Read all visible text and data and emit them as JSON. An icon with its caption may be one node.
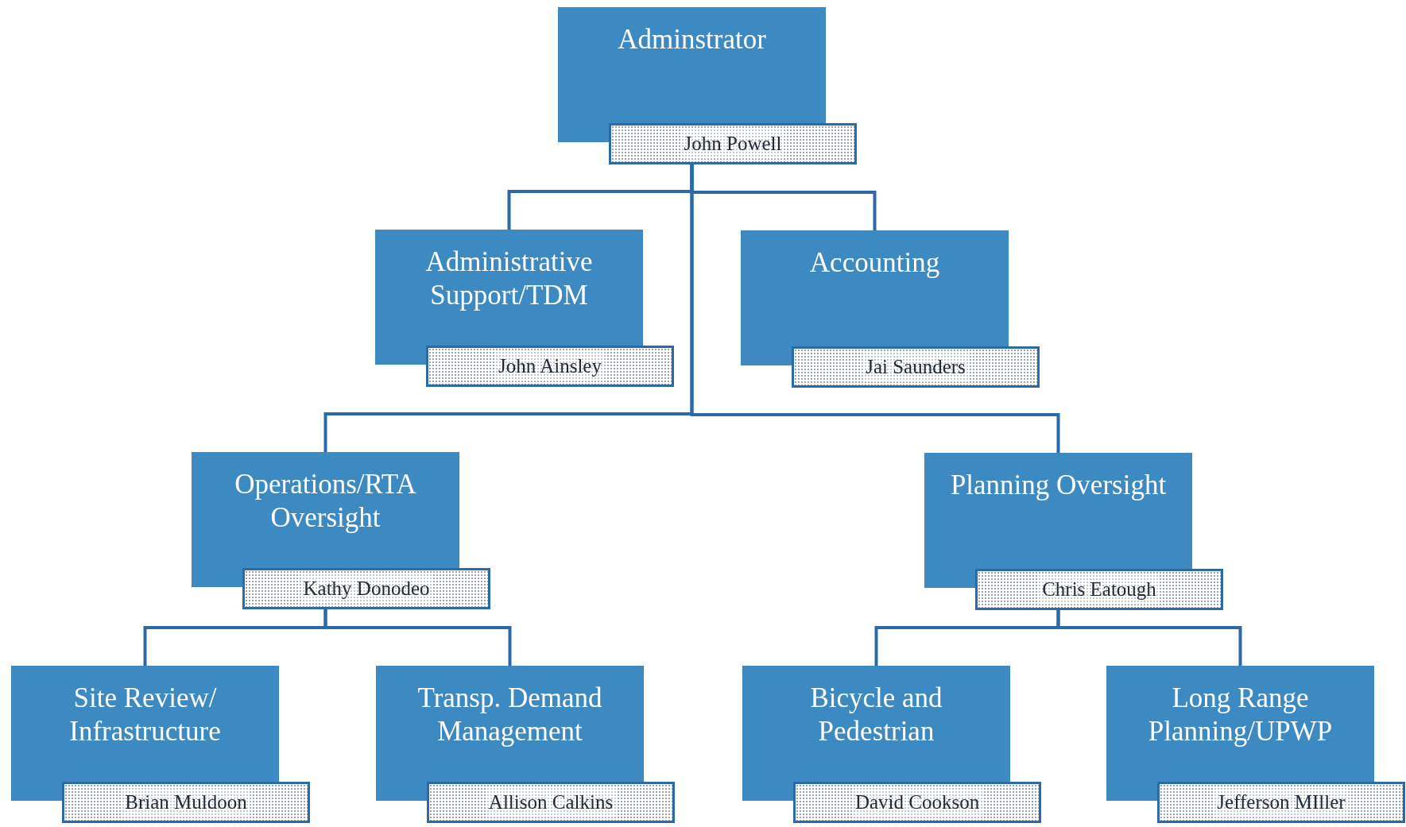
{
  "diagram": {
    "nodes": [
      {
        "text": [
          "Adminstrator",
          "John Powell"
        ]
      },
      {
        "text": [
          "Administrative Support/TDM",
          "John Ainsley"
        ]
      },
      {
        "text": [
          "Accounting",
          "Jai Saunders"
        ]
      },
      {
        "text": [
          "Operations/RTA Oversight",
          "Kathy Donodeo"
        ]
      },
      {
        "text": [
          "Planning Oversight",
          "Chris Eatough"
        ]
      },
      {
        "text": [
          "Site Review/ Infrastructure",
          "Brian Muldoon"
        ]
      },
      {
        "text": [
          "Transp. Demand Management",
          "Allison Calkins"
        ]
      },
      {
        "text": [
          "Bicycle and Pedestrian",
          "David Cookson"
        ]
      },
      {
        "text": [
          "Long Range Planning/UPWP",
          "Jefferson MIller"
        ]
      }
    ],
    "edges": [
      {
        "from": 0,
        "to": 1,
        "arrow": "none"
      },
      {
        "from": 0,
        "to": 2,
        "arrow": "none"
      },
      {
        "from": 0,
        "to": 3,
        "arrow": "none"
      },
      {
        "from": 0,
        "to": 4,
        "arrow": "none"
      },
      {
        "from": 3,
        "to": 5,
        "arrow": "none"
      },
      {
        "from": 3,
        "to": 6,
        "arrow": "none"
      },
      {
        "from": 4,
        "to": 7,
        "arrow": "none"
      },
      {
        "from": 4,
        "to": 8,
        "arrow": "none"
      }
    ]
  }
}
